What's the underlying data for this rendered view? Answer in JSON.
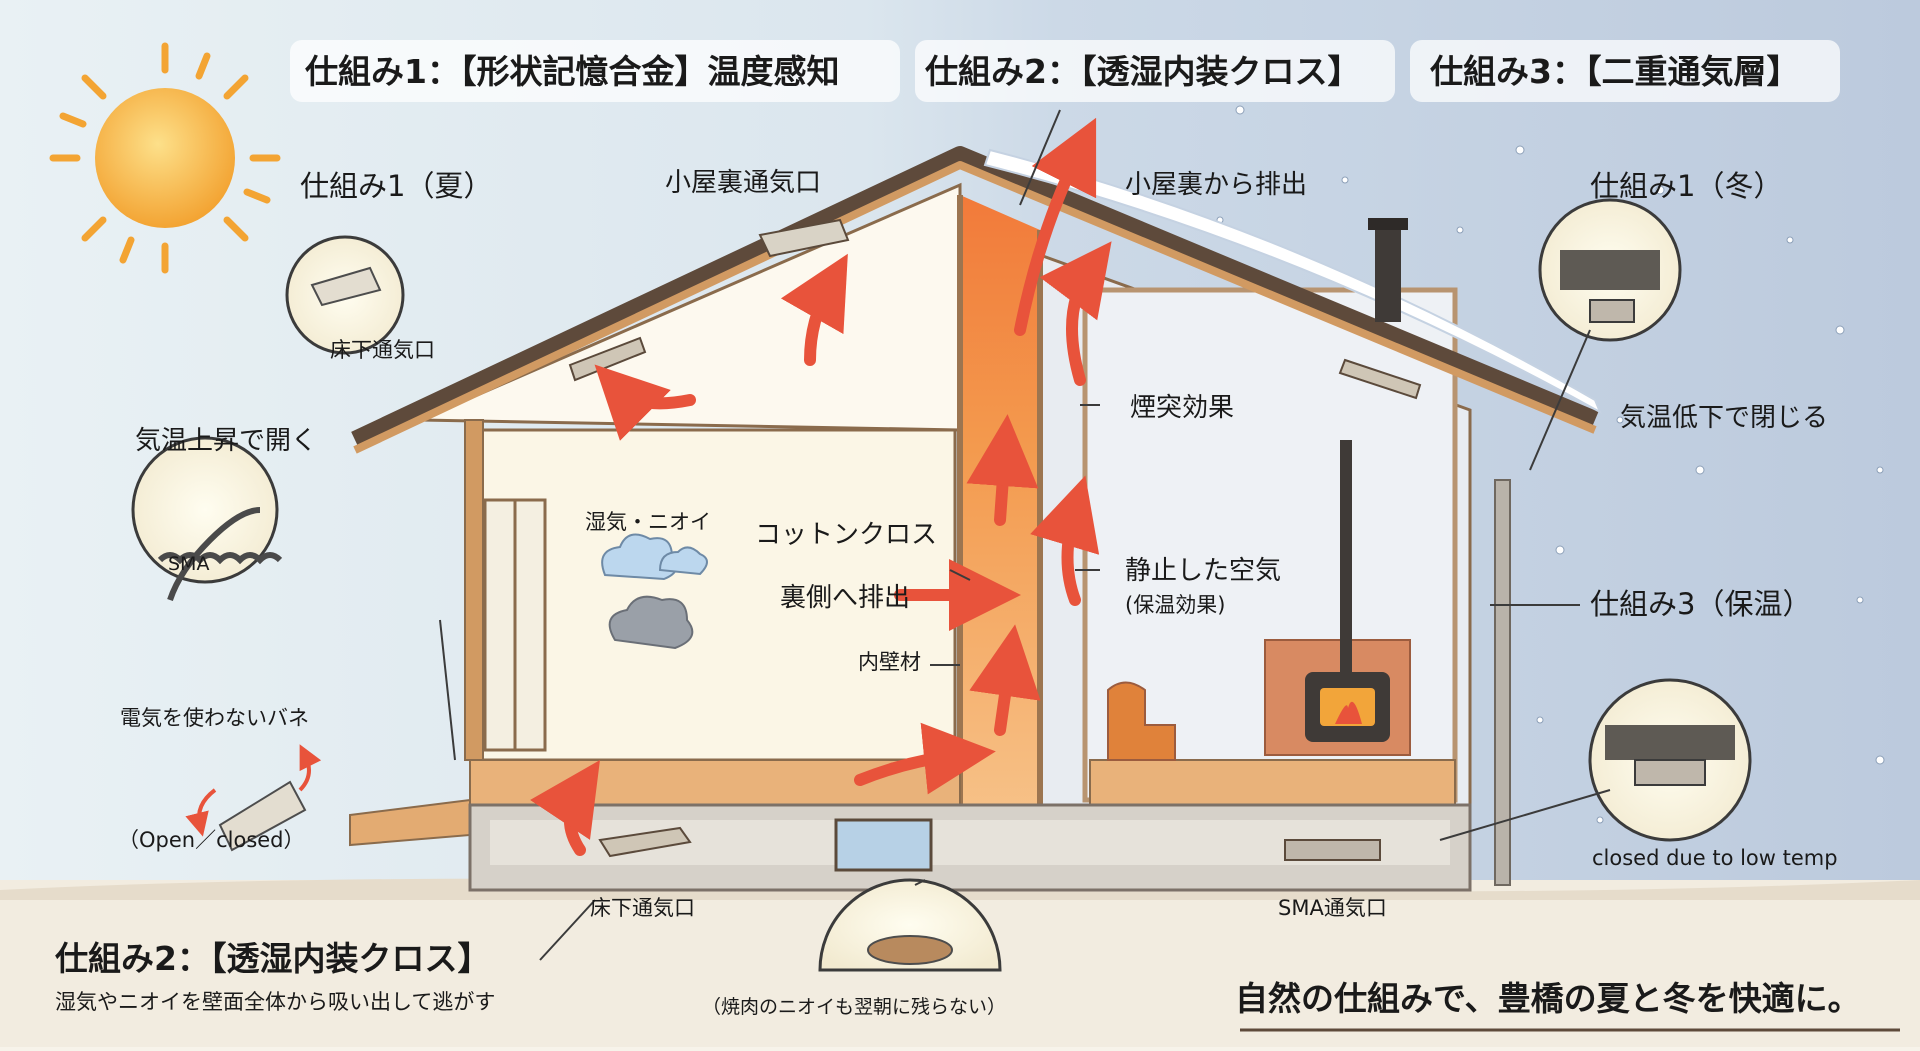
{
  "headers": {
    "mech1": "仕組み1：【形状記憶合金】温度感知",
    "mech2": "仕組み2：【透湿内装クロス】",
    "mech3": "仕組み3：【二重通気層】"
  },
  "labels": {
    "mech1_summer": "仕組み1（夏）",
    "mech1_winter": "仕組み1（冬）",
    "attic_vent": "小屋裏通気口",
    "attic_exhaust": "小屋裏から排出",
    "underfloor_vent_inset": "床下通気口",
    "opens_when_warm": "気温上昇で開く",
    "closes_when_cold": "気温低下で閉じる",
    "stack_effect": "煙突効果",
    "humidity_odor": "湿気・ニオイ",
    "cotton_cloth": "コットンクロス",
    "exhaust_back": "裏側へ排出",
    "inner_wall": "内壁材",
    "still_air": "静止した空気",
    "insulation_effect": "(保温効果)",
    "mech3_insulation": "仕組み3（保温）",
    "sma": "SMA",
    "spring_no_power": "電気を使わないバネ",
    "open_closed": "（Open／closed）",
    "closed_low_temp": "closed due to low temp",
    "underfloor_vent": "床下通気口",
    "sma_vent": "SMA通気口",
    "yakiniku_note": "（焼肉のニオイも翌朝に残らない）"
  },
  "bottom": {
    "mech2_title": "仕組み2：【透湿内装クロス】",
    "mech2_desc": "湿気やニオイを壁面全体から吸い出して逃がす",
    "tagline": "自然の仕組みで、豊橋の夏と冬を快適に。"
  },
  "colors": {
    "sun": "#f6b13e",
    "sky_summer": "#e6eef2",
    "sky_winter": "#c6d3e3",
    "roof": "#6b5646",
    "wood": "#d19a62",
    "floor": "#e3ab72",
    "warm_arrow": "#e8533b",
    "flow_warm": "#f08a3c",
    "interior_summer": "#fbf5e4",
    "interior_winter": "#e9edf2",
    "stove": "#3f3a37",
    "brick": "#d88a62",
    "sofa": "#e0823a"
  },
  "icons": [
    "sun-icon",
    "snowflake-icon",
    "cloud-icon",
    "spring-icon",
    "vent-icon",
    "stove-icon",
    "chimney-icon"
  ]
}
